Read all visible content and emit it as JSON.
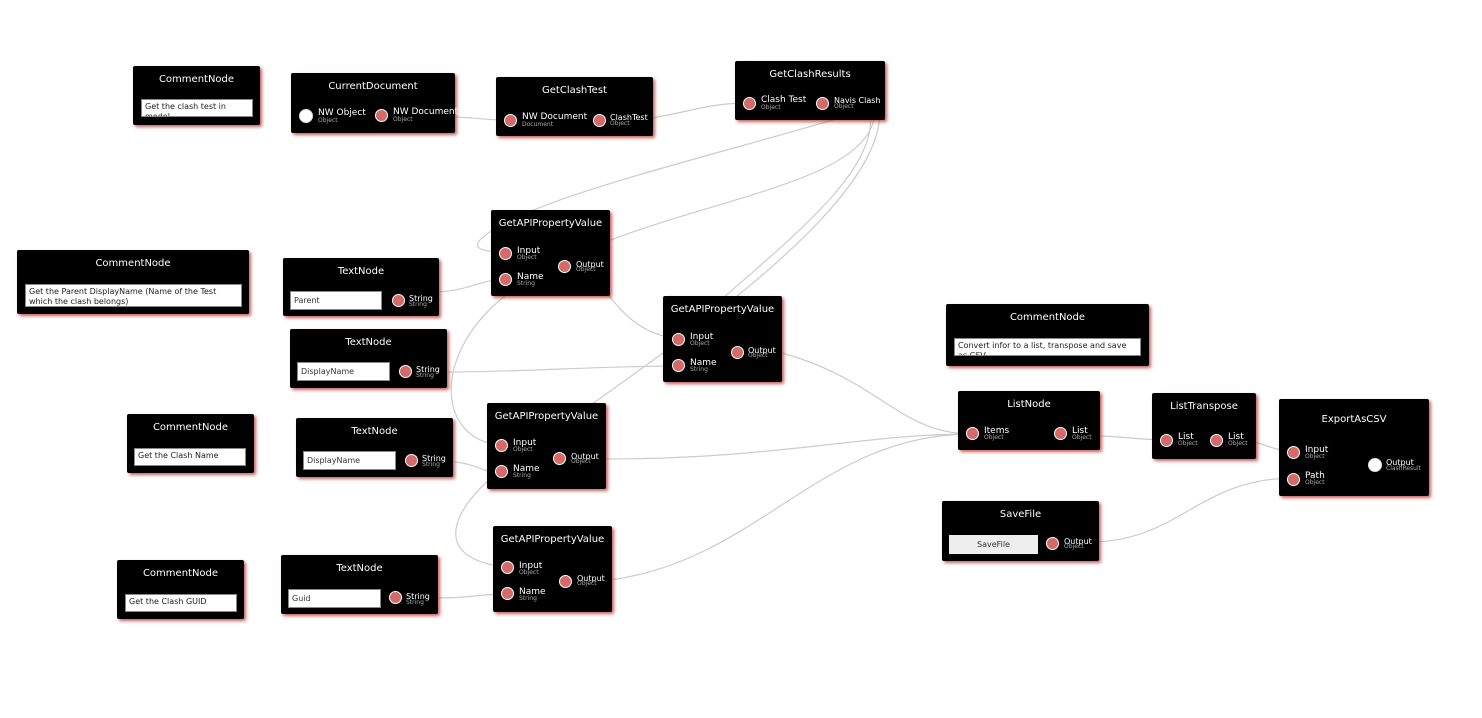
{
  "colors": {
    "node_bg": "#000000",
    "port": "#d46a6a",
    "port_free": "#ffffff",
    "wire": "#cccccc",
    "shadow": "#b42828"
  },
  "nodes": {
    "comment1": {
      "title": "CommentNode",
      "text": "Get the clash test in model"
    },
    "currentDocument": {
      "title": "CurrentDocument",
      "out1": "NW Object",
      "out1_type": "Object",
      "out2": "NW Document",
      "out2_type": "Object"
    },
    "getClashTest": {
      "title": "GetClashTest",
      "in1": "NW Document",
      "in1_type": "Document",
      "out1": "ClashTest",
      "out1_type": "Object"
    },
    "getClashResults": {
      "title": "GetClashResults",
      "in1": "Clash Test",
      "in1_type": "Object",
      "out1": "Navis Clash",
      "out1_type": "Object"
    },
    "comment2": {
      "title": "CommentNode",
      "text": "Get the Parent DisplayName (Name of the Test which the clash belongs)"
    },
    "textParent": {
      "title": "TextNode",
      "value": "Parent",
      "out": "String",
      "out_type": "String"
    },
    "apiProp1": {
      "title": "GetAPIPropertyValue",
      "in1": "Input",
      "in1_type": "Object",
      "in2": "Name",
      "in2_type": "String",
      "out": "Output",
      "out_type": "Object"
    },
    "textDisplay1": {
      "title": "TextNode",
      "value": "DisplayName",
      "out": "String",
      "out_type": "String"
    },
    "apiProp2": {
      "title": "GetAPIPropertyValue",
      "in1": "Input",
      "in1_type": "Object",
      "in2": "Name",
      "in2_type": "String",
      "out": "Output",
      "out_type": "Object"
    },
    "comment3": {
      "title": "CommentNode",
      "text": "Get the Clash Name"
    },
    "textDisplay2": {
      "title": "TextNode",
      "value": "DisplayName",
      "out": "String",
      "out_type": "String"
    },
    "apiProp3": {
      "title": "GetAPIPropertyValue",
      "in1": "Input",
      "in1_type": "Object",
      "in2": "Name",
      "in2_type": "String",
      "out": "Output",
      "out_type": "Object"
    },
    "comment4": {
      "title": "CommentNode",
      "text": "Get the Clash GUID"
    },
    "textGuid": {
      "title": "TextNode",
      "value": "Guid",
      "out": "String",
      "out_type": "String"
    },
    "apiProp4": {
      "title": "GetAPIPropertyValue",
      "in1": "Input",
      "in1_type": "Object",
      "in2": "Name",
      "in2_type": "String",
      "out": "Output",
      "out_type": "Object"
    },
    "comment5": {
      "title": "CommentNode",
      "text": "Convert infor to a list, transpose and save as CSV"
    },
    "listNode": {
      "title": "ListNode",
      "in1": "Items",
      "in1_type": "Object",
      "out": "List",
      "out_type": "Object"
    },
    "listTranspose": {
      "title": "ListTranspose",
      "in1": "List",
      "in1_type": "Object",
      "out": "List",
      "out_type": "Object"
    },
    "exportCsv": {
      "title": "ExportAsCSV",
      "in1": "Input",
      "in1_type": "Object",
      "in2": "Path",
      "in2_type": "Object",
      "out": "Output",
      "out_type": "ClashResult"
    },
    "saveFile": {
      "title": "SaveFile",
      "button": "SaveFile",
      "out": "Output",
      "out_type": "Object"
    }
  }
}
